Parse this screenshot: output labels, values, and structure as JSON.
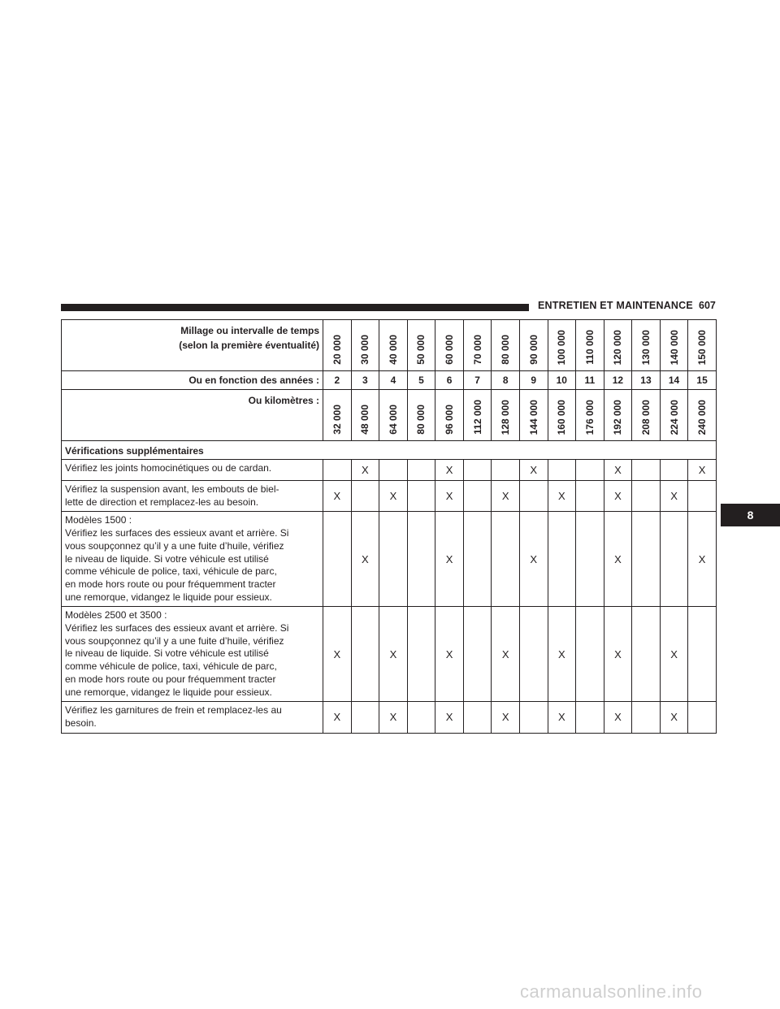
{
  "header": {
    "section_title": "ENTRETIEN ET MAINTENANCE",
    "page_number": "607"
  },
  "chapter_tab": "8",
  "table": {
    "mileage_label_line1": "Millage ou intervalle de temps",
    "mileage_label_line2": "(selon la première éventualité)",
    "mileages": [
      "20 000",
      "30 000",
      "40 000",
      "50 000",
      "60 000",
      "70 000",
      "80 000",
      "90 000",
      "100 000",
      "110 000",
      "120 000",
      "130 000",
      "140 000",
      "150 000"
    ],
    "years_label": "Ou en fonction des années :",
    "years": [
      "2",
      "3",
      "4",
      "5",
      "6",
      "7",
      "8",
      "9",
      "10",
      "11",
      "12",
      "13",
      "14",
      "15"
    ],
    "km_label": "Ou kilomètres :",
    "kilometres": [
      "32 000",
      "48 000",
      "64 000",
      "80 000",
      "96 000",
      "112 000",
      "128 000",
      "144 000",
      "160 000",
      "176 000",
      "192 000",
      "208 000",
      "224 000",
      "240 000"
    ],
    "section_title": "Vérifications supplémentaires",
    "rows": [
      {
        "text": "Vérifiez les joints homocinétiques ou de cardan.",
        "marks": [
          "",
          "X",
          "",
          "",
          "X",
          "",
          "",
          "X",
          "",
          "",
          "X",
          "",
          "",
          "X"
        ]
      },
      {
        "text": "Vérifiez la suspension avant, les embouts de biel-\nlette de direction et remplacez-les au besoin.",
        "marks": [
          "X",
          "",
          "X",
          "",
          "X",
          "",
          "X",
          "",
          "X",
          "",
          "X",
          "",
          "X",
          ""
        ]
      },
      {
        "text": "Modèles 1500 :\nVérifiez les surfaces des essieux avant et arrière. Si\nvous soupçonnez qu’il y a une fuite d’huile, vérifiez\nle niveau de liquide. Si votre véhicule est utilisé\ncomme véhicule de police, taxi, véhicule de parc,\nen mode hors route ou pour fréquemment tracter\nune remorque, vidangez le liquide pour essieux.",
        "marks": [
          "",
          "X",
          "",
          "",
          "X",
          "",
          "",
          "X",
          "",
          "",
          "X",
          "",
          "",
          "X"
        ]
      },
      {
        "text": "Modèles 2500 et 3500 :\nVérifiez les surfaces des essieux avant et arrière. Si\nvous soupçonnez qu’il y a une fuite d’huile, vérifiez\nle niveau de liquide. Si votre véhicule est utilisé\ncomme véhicule de police, taxi, véhicule de parc,\nen mode hors route ou pour fréquemment tracter\nune remorque, vidangez le liquide pour essieux.",
        "marks": [
          "X",
          "",
          "X",
          "",
          "X",
          "",
          "X",
          "",
          "X",
          "",
          "X",
          "",
          "X",
          ""
        ]
      },
      {
        "text": "Vérifiez les garnitures de frein et remplacez-les au\nbesoin.",
        "marks": [
          "X",
          "",
          "X",
          "",
          "X",
          "",
          "X",
          "",
          "X",
          "",
          "X",
          "",
          "X",
          ""
        ]
      }
    ]
  },
  "watermark": "carmanualsonline.info"
}
